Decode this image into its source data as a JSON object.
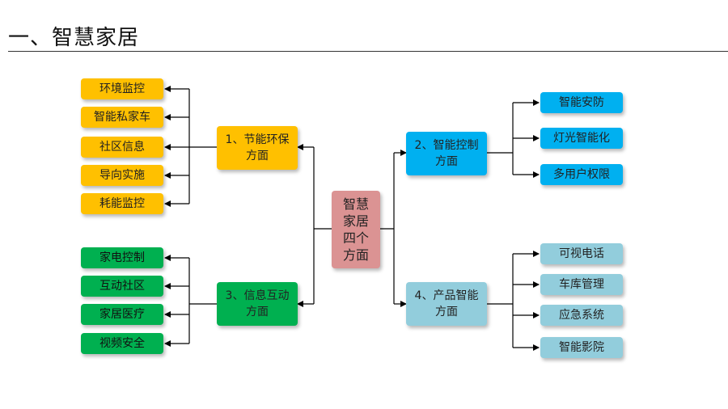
{
  "title": "一、智慧家居",
  "center": {
    "label": "智慧家居四个方面",
    "color": "#DB9393"
  },
  "colors": {
    "yellow": "#FFC000",
    "green": "#00B050",
    "blue": "#00B0F0",
    "lightblue": "#92CDDC",
    "line": "#000000"
  },
  "aspects": {
    "energy": {
      "label": "1、节能环保方面",
      "items": [
        "环境监控",
        "智能私家车",
        "社区信息",
        "导向实施",
        "耗能监控"
      ]
    },
    "info": {
      "label": "3、信息互动方面",
      "items": [
        "家电控制",
        "互动社区",
        "家居医疗",
        "视频安全"
      ]
    },
    "control": {
      "label": "2、智能控制方面",
      "items": [
        "智能安防",
        "灯光智能化",
        "多用户权限"
      ]
    },
    "product": {
      "label": "4、产品智能方面",
      "items": [
        "可视电话",
        "车库管理",
        "应急系统",
        "智能影院"
      ]
    }
  }
}
